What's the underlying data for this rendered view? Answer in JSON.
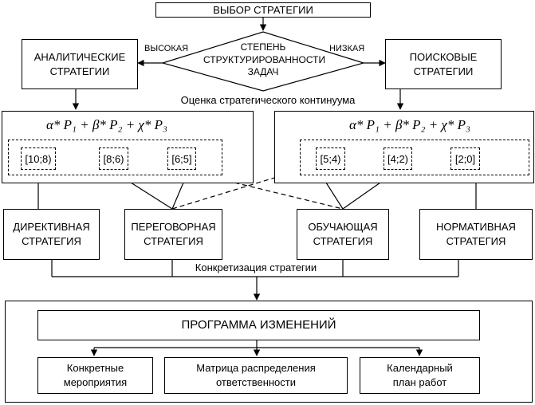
{
  "top": {
    "title": "ВЫБОР СТРАТЕГИИ"
  },
  "decision": {
    "label": "СТЕПЕНЬ\nСТРУКТУРИРОВАННОСТИ\nЗАДАЧ",
    "high_label": "ВЫСОКАЯ",
    "low_label": "НИЗКАЯ"
  },
  "analytic": {
    "label": "АНАЛИТИЧЕСКИЕ\nСТРАТЕГИИ"
  },
  "search": {
    "label": "ПОИСКОВЫЕ\nСТРАТЕГИИ"
  },
  "continuum": {
    "label": "Оценка  стратегического  континуума"
  },
  "formula_left": {
    "text": "α* P₁ + β* P₂ + χ* P₃"
  },
  "formula_right": {
    "text": "α* P₁ + β* P₂ + χ* P₃"
  },
  "intervals_left": [
    "[10;8)",
    "[8;6)",
    "[6;5]"
  ],
  "intervals_right": [
    "[5;4)",
    "[4;2)",
    "[2;0]"
  ],
  "strategies": {
    "directive": "ДИРЕКТИВНАЯ\nСТРАТЕГИЯ",
    "negotiation": "ПЕРЕГОВОРНАЯ\nСТРАТЕГИЯ",
    "learning": "ОБУЧАЮЩАЯ\nСТРАТЕГИЯ",
    "normative": "НОРМАТИВНАЯ\nСТРАТЕГИЯ"
  },
  "concretization": {
    "label": "Конкретизация стратегии"
  },
  "program": {
    "title": "ПРОГРАММА ИЗМЕНЕНИЙ"
  },
  "outputs": {
    "measures": "Конкретные\nмероприятия",
    "matrix": "Матрица распределения\nответственности",
    "calendar": "Календарный\nплан работ"
  }
}
